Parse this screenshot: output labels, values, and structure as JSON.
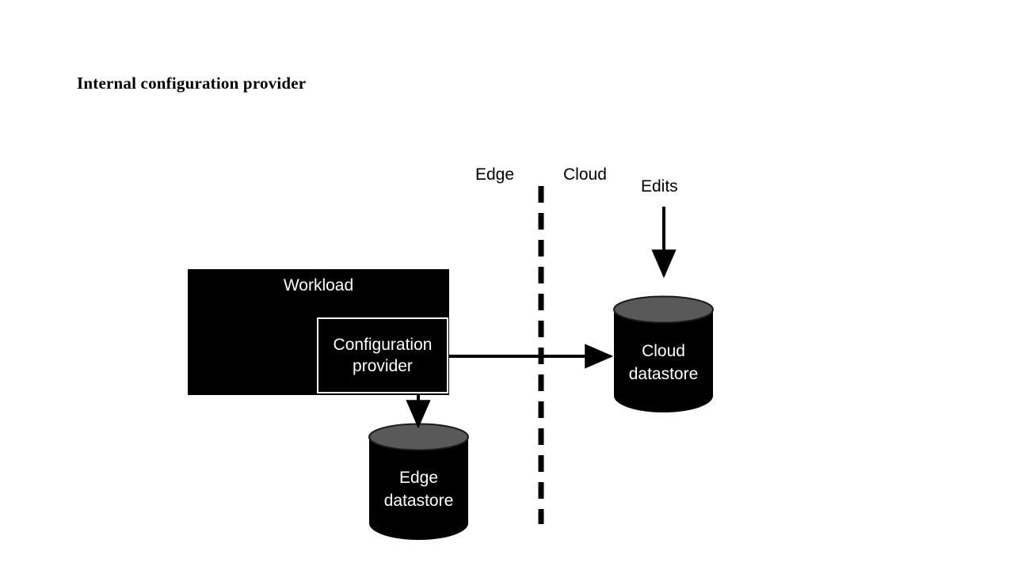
{
  "slide": {
    "title": "Internal configuration provider",
    "background_color": "#ffffff"
  },
  "colors": {
    "shape_fill": "#000000",
    "shape_text": "#ffffff",
    "cylinder_top": "#595959",
    "line": "#000000",
    "title_text": "#000000"
  },
  "zones": {
    "edge_label": "Edge",
    "cloud_label": "Cloud",
    "edits_label": "Edits"
  },
  "nodes": {
    "workload": {
      "label": "Workload"
    },
    "config_provider": {
      "label_line1": "Configuration",
      "label_line2": "provider"
    },
    "edge_datastore": {
      "label_line1": "Edge",
      "label_line2": "datastore"
    },
    "cloud_datastore": {
      "label_line1": "Cloud",
      "label_line2": "datastore"
    }
  },
  "connectors": {
    "config_to_cloud": {
      "label": "",
      "direction": "right"
    },
    "config_to_edge": {
      "label": "",
      "direction": "down"
    },
    "edits_to_cloud": {
      "label": "",
      "direction": "down"
    }
  },
  "divider": {
    "style": "dashed",
    "orientation": "vertical"
  }
}
